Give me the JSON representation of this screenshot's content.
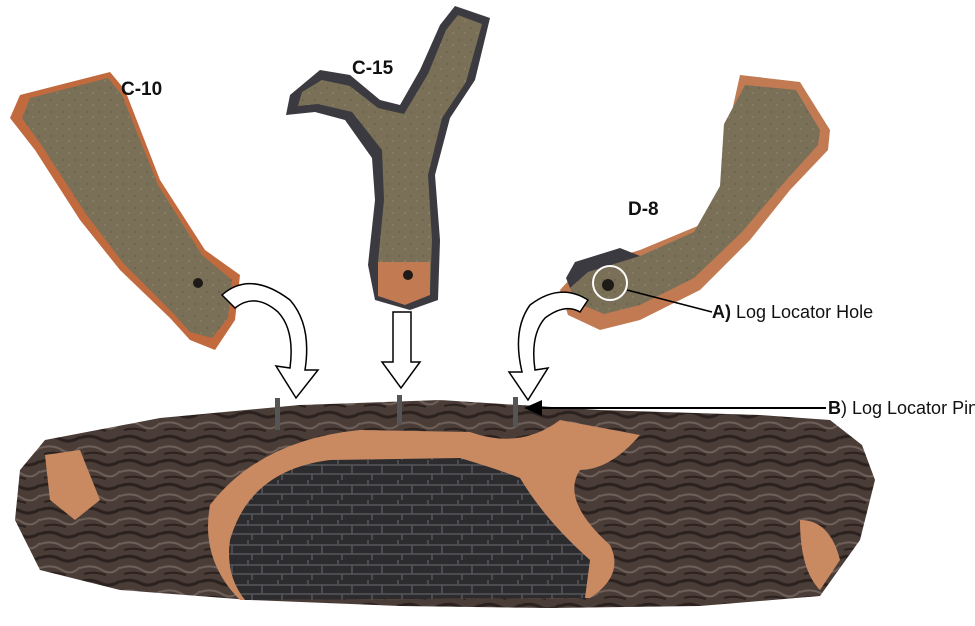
{
  "logs": {
    "c10": {
      "label": "C-10"
    },
    "c15": {
      "label": "C-15"
    },
    "d8": {
      "label": "D-8"
    }
  },
  "callouts": {
    "hole": {
      "letter": "A)",
      "text": " Log Locator Hole"
    },
    "pin": {
      "letter": "B",
      "text": ") Log Locator Pin"
    }
  },
  "colors": {
    "bark_dark": "#3a2e2a",
    "bark_mid": "#5a4a44",
    "wood_face": "#7d7258",
    "wood_edge": "#c8764a",
    "char": "#2a2a2c",
    "exposed_wood": "#c98a62",
    "pin": "#555555"
  }
}
